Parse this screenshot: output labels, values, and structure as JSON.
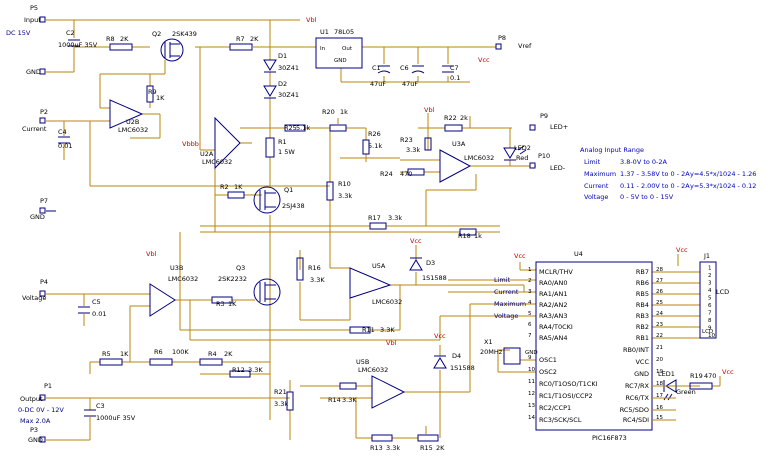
{
  "connectors": {
    "p5": {
      "ref": "P5",
      "pin1": "Input",
      "pin2": "GND",
      "note": "DC 15V"
    },
    "p2": {
      "ref": "P2",
      "label": "Current"
    },
    "p7": {
      "ref": "P7",
      "label": "GND"
    },
    "p4": {
      "ref": "P4",
      "label": "Voltage"
    },
    "p1": {
      "ref": "P1",
      "label": "Output",
      "note1": "0-DC 0V - 12V",
      "note2": "Max 2.0A"
    },
    "p3": {
      "ref": "P3",
      "label": "GND"
    },
    "p8": {
      "ref": "P8",
      "label": "Vref"
    },
    "p9": {
      "ref": "P9",
      "label": "LED+"
    },
    "p10": {
      "ref": "P10",
      "label": "LED-"
    }
  },
  "supplies": {
    "vbl": "Vbl",
    "vcc": "Vcc",
    "vbbb": "Vbbb"
  },
  "components": {
    "c2": {
      "ref": "C2",
      "value": "1000uF 35V"
    },
    "r8": {
      "ref": "R8",
      "value": "2K"
    },
    "q2": {
      "ref": "Q2",
      "value": "2SK439"
    },
    "r7": {
      "ref": "R7",
      "value": "2K"
    },
    "d1": {
      "ref": "D1",
      "value": "30Z41"
    },
    "d2": {
      "ref": "D2",
      "value": "30Z41"
    },
    "u1": {
      "ref": "U1",
      "value": "78L05",
      "pin_in": "In",
      "pin_out": "Out",
      "pin_gnd": "GND"
    },
    "c1": {
      "ref": "C1",
      "value": "47uF"
    },
    "c6": {
      "ref": "C6",
      "value": "47uF"
    },
    "c7": {
      "ref": "C7",
      "value": "0.1"
    },
    "r9": {
      "ref": "R9",
      "value": "1K"
    },
    "u2b": {
      "ref": "U2B",
      "value": "LMC6032"
    },
    "u2a": {
      "ref": "U2A",
      "value": "LMC6032"
    },
    "c4": {
      "ref": "C4",
      "value": "0.01"
    },
    "r1": {
      "ref": "R1",
      "value": "1 5W"
    },
    "r25": {
      "ref": "R25",
      "value": "5.1k"
    },
    "r20": {
      "ref": "R20",
      "value": "1k"
    },
    "r26": {
      "ref": "R26",
      "value": "5.1k"
    },
    "r22": {
      "ref": "R22",
      "value": "2k"
    },
    "r23": {
      "ref": "R23",
      "value": "3.3k"
    },
    "u3a": {
      "ref": "U3A",
      "value": "LMC6032"
    },
    "led2": {
      "ref": "LED2",
      "value": "Red"
    },
    "r24": {
      "ref": "R24",
      "value": "470"
    },
    "r2": {
      "ref": "R2",
      "value": "1K"
    },
    "q1": {
      "ref": "Q1",
      "value": "2SJ438"
    },
    "r10": {
      "ref": "R10",
      "value": "3.3k"
    },
    "r17": {
      "ref": "R17",
      "value": "3.3k"
    },
    "r18": {
      "ref": "R18",
      "value": "1k"
    },
    "u3b": {
      "ref": "U3B",
      "value": "LMC6032"
    },
    "q3": {
      "ref": "Q3",
      "value": "2SK2232"
    },
    "c5": {
      "ref": "C5",
      "value": "0.01"
    },
    "r3": {
      "ref": "R3",
      "value": "1K"
    },
    "r16": {
      "ref": "R16",
      "value": "3.3K"
    },
    "u5a": {
      "ref": "U5A",
      "value": "LMC6032"
    },
    "d3": {
      "ref": "D3",
      "value": "1S1588"
    },
    "r11": {
      "ref": "R11",
      "value": "3.3K"
    },
    "r5": {
      "ref": "R5",
      "value": "1K"
    },
    "r6": {
      "ref": "R6",
      "value": "100K"
    },
    "r4": {
      "ref": "R4",
      "value": "2K"
    },
    "r12": {
      "ref": "R12",
      "value": "3.3K"
    },
    "c3": {
      "ref": "C3",
      "value": "1000uF 35V"
    },
    "r21": {
      "ref": "R21",
      "value": "3.3k"
    },
    "r14": {
      "ref": "R14",
      "value": "3.3K"
    },
    "u5b": {
      "ref": "U5B",
      "value": "LMC6032"
    },
    "d4": {
      "ref": "D4",
      "value": "1S1588"
    },
    "r13": {
      "ref": "R13",
      "value": "3.3k"
    },
    "r15": {
      "ref": "R15",
      "value": "2K"
    },
    "x1": {
      "ref": "X1",
      "value": "20MHz"
    },
    "u4": {
      "ref": "U4",
      "value": "PIC16F873"
    },
    "j1": {
      "ref": "J1",
      "value": "LCD"
    },
    "led1": {
      "ref": "LED1",
      "value": "Green"
    },
    "r19": {
      "ref": "R19",
      "value": "470"
    }
  },
  "mcu_pins_left": [
    {
      "num": "1",
      "name": "MCLR/THV"
    },
    {
      "num": "2",
      "name": "RA0/AN0"
    },
    {
      "num": "3",
      "name": "RA1/AN1"
    },
    {
      "num": "4",
      "name": "RA2/AN2"
    },
    {
      "num": "5",
      "name": "RA3/AN3"
    },
    {
      "num": "6",
      "name": "RA4/T0CKI"
    },
    {
      "num": "7",
      "name": "RA5/AN4"
    },
    {
      "num": "9",
      "name": "OSC1"
    },
    {
      "num": "10",
      "name": "OSC2"
    },
    {
      "num": "11",
      "name": "RC0/T1OSO/T1CKI"
    },
    {
      "num": "12",
      "name": "RC1/T1OSI/CCP2"
    },
    {
      "num": "13",
      "name": "RC2/CCP1"
    },
    {
      "num": "14",
      "name": "RC3/SCK/SCL"
    }
  ],
  "mcu_pins_right": [
    {
      "num": "28",
      "name": "RB7"
    },
    {
      "num": "27",
      "name": "RB6"
    },
    {
      "num": "26",
      "name": "RB5"
    },
    {
      "num": "25",
      "name": "RB4"
    },
    {
      "num": "24",
      "name": "RB3"
    },
    {
      "num": "23",
      "name": "RB2"
    },
    {
      "num": "22",
      "name": "RB1"
    },
    {
      "num": "21",
      "name": "RB0/INT"
    },
    {
      "num": "20",
      "name": "VCC"
    },
    {
      "num": "19",
      "name": "GND"
    },
    {
      "num": "18",
      "name": "RC7/RX"
    },
    {
      "num": "17",
      "name": "RC6/TX"
    },
    {
      "num": "16",
      "name": "RC5/SDO"
    },
    {
      "num": "15",
      "name": "RC4/SDI"
    }
  ],
  "net_labels": {
    "limit": "Limit",
    "current": "Current",
    "maximum": "Maximum",
    "voltage": "Voltage",
    "gnd": "GND"
  },
  "analog_table": {
    "title": "Analog Input Range",
    "rows": [
      {
        "name": "Limit",
        "range": "3.8-0V  to 0-2A",
        "formula": ""
      },
      {
        "name": "Maximum",
        "range": "1.37 - 3.58V to 0 - 2A",
        "formula": "y=4.5*x/1024 - 1.26"
      },
      {
        "name": "Current",
        "range": "0.11 - 2.00V to 0 - 2A",
        "formula": "y=5.3*x/1024 - 0.12"
      },
      {
        "name": "Voltage",
        "range": "0 - 5V  to 0 - 15V",
        "formula": ""
      }
    ]
  }
}
